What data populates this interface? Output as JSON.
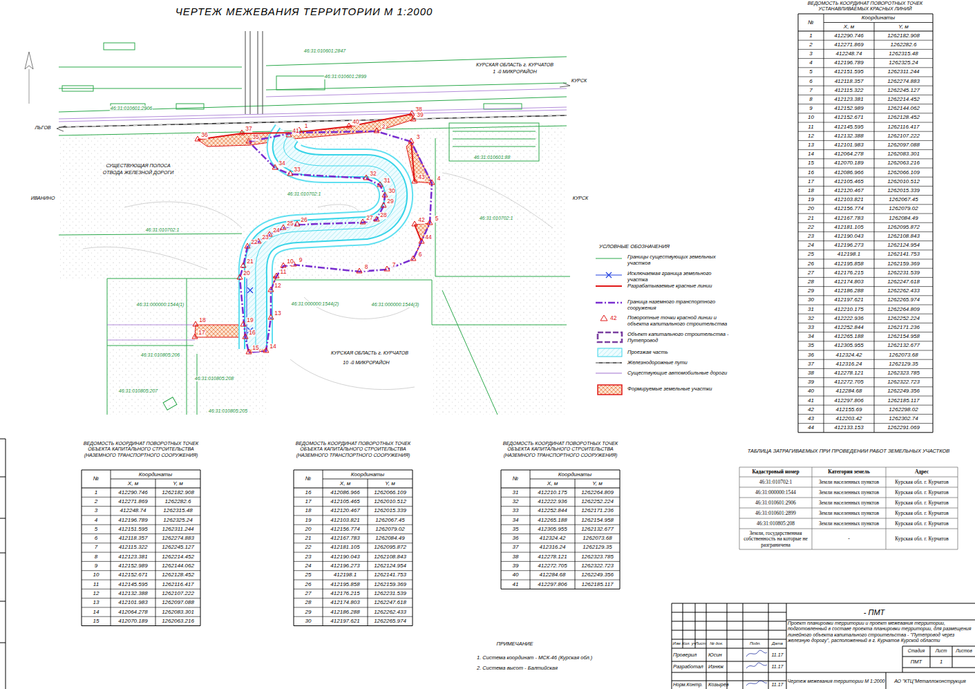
{
  "diagram": {
    "title": "ЧЕРТЕЖ МЕЖЕВАНИЯ ТЕРРИТОРИИ М 1:2000",
    "labels": [
      "46:31:010601:2847",
      "46:31:010601:2899",
      "КУРСКАЯ ОБЛАСТЬ г. КУРЧАТОВ",
      "1 -й МИКРОРАЙОН",
      "КУРСК",
      "ЛЬГОВ",
      "СУЩЕСТВУЮЩАЯ ПОЛОСА",
      "ОТВОДА ЖЕЛЕЗНОЙ ДОРОГИ",
      "46:31:010601:88",
      "ИВАНИНО",
      "КУРСК",
      "46:31:010702:1",
      "46:31:010702:1",
      "46:31:010702:1",
      "46:31:000000:1544(1)",
      "46:31:000000:1544(2)",
      "46:31:000000:1544(3)",
      "КУРСКАЯ ОБЛАСТЬ г. КУРЧАТОВ",
      "10 -й МИКРОРАЙОН",
      "46:31:010805:206",
      "46:31:010805:208",
      "46:31:010805:207",
      "46:31:010805:205",
      "46:31:010601:2906",
      "1",
      "2",
      "3",
      "4",
      "5",
      "6",
      "7",
      "8",
      "9",
      "10",
      "11",
      "12",
      "13",
      "14",
      "15",
      "16",
      "17",
      "18",
      "19",
      "20",
      "21",
      "22",
      "23",
      "24",
      "25",
      "26",
      "27",
      "28",
      "29",
      "30",
      "31",
      "32",
      "33",
      "34",
      "35",
      "36",
      "37",
      "38",
      "39",
      "40",
      "41",
      "42",
      "43",
      "44",
      "УСЛОВНЫЕ ОБОЗНАЧЕНИЯ",
      "42",
      "ВЕДОМОСТЬ КООРДИНАТ ПОВОРОТНЫХ ТОЧЕК",
      "УСТАНАВЛИВАЕМЫХ КРАСНЫХ ЛИНИЙ",
      "№",
      "Координаты",
      "X, м",
      "Y, м",
      "1",
      "412290.746",
      "1262182.908",
      "2",
      "412271.869",
      "1262282.6",
      "3",
      "412248.74",
      "1262315.48",
      "4",
      "412196.789",
      "1262325.24",
      "5",
      "412151.595",
      "1262311.244",
      "6",
      "412118.357",
      "1262274.883",
      "7",
      "412115.322",
      "1262245.127",
      "8",
      "412123.381",
      "1262214.452",
      "9",
      "412152.989",
      "1262144.062",
      "10",
      "412152.671",
      "1262128.452",
      "11",
      "412145.595",
      "1262116.417",
      "12",
      "412132.388",
      "1262107.222",
      "13",
      "412101.983",
      "1262097.088",
      "14",
      "412064.278",
      "1262083.301",
      "15",
      "412070.189",
      "1262063.216",
      "16",
      "412086.966",
      "1262066.109",
      "17",
      "412105.465",
      "1262010.512",
      "18",
      "412120.467",
      "1262015.339",
      "19",
      "412103.821",
      "1262067.45",
      "20",
      "412156.774",
      "1262079.02",
      "21",
      "412167.783",
      "1262084.49",
      "22",
      "412181.105",
      "1262095.872",
      "23",
      "412190.043",
      "1262108.843",
      "24",
      "412196.273",
      "1262124.954",
      "25",
      "412198.1",
      "1262141.753",
      "26",
      "412195.858",
      "1262159.369",
      "27",
      "412176.215",
      "1262231.539",
      "28",
      "412174.803",
      "1262247.618",
      "29",
      "412186.288",
      "1262262.433",
      "30",
      "412197.621",
      "1262265.974",
      "31",
      "412210.175",
      "1262264.809",
      "32",
      "412222.936",
      "1262252.224",
      "33",
      "412252.844",
      "1262171.236",
      "34",
      "412265.188",
      "1262154.958",
      "35",
      "412305.955",
      "1262132.677",
      "36",
      "412324.42",
      "1262073.68",
      "37",
      "412316.24",
      "1262129.35",
      "38",
      "412278.121",
      "1262323.785",
      "39",
      "412272.705",
      "1262322.723",
      "40",
      "412284.68",
      "1262249.356",
      "41",
      "412297.806",
      "1262185.117",
      "42",
      "412155.69",
      "1262298.02",
      "43",
      "412203.42",
      "1262302.74",
      "44",
      "412133.153",
      "1262291.069",
      "ВЕДОМОСТЬ КООРДИНАТ ПОВОРОТНЫХ ТОЧЕК ОБЪЕКТА КАПИТАЛЬНОГО СТРОИТЕЛЬСТВА (НАЗЕМНОГО ТРАНСПОРТНОГО СООРУЖЕНИЯ)",
      "№",
      "Координаты",
      "X, м",
      "Y, м",
      "1",
      "412290.746",
      "1262182.908",
      "2",
      "412271.869",
      "1262282.6",
      "3",
      "412248.74",
      "1262315.48",
      "4",
      "412196.789",
      "1262325.24",
      "5",
      "412151.595",
      "1262311.244",
      "6",
      "412118.357",
      "1262274.883",
      "7",
      "412115.322",
      "1262245.127",
      "8",
      "412123.381",
      "1262214.452",
      "9",
      "412152.989",
      "1262144.062",
      "10",
      "412152.671",
      "1262128.452",
      "11",
      "412145.595",
      "1262116.417",
      "12",
      "412132.388",
      "1262107.222",
      "13",
      "412101.983",
      "1262097.088",
      "14",
      "412064.278",
      "1262083.301",
      "15",
      "412070.189",
      "1262063.216",
      "ВЕДОМОСТЬ КООРДИНАТ ПОВОРОТНЫХ ТОЧЕК ОБЪЕКТА КАПИТАЛЬНОГО СТРОИТЕЛЬСТВА (НАЗЕМНОГО ТРАНСПОРТНОГО СООРУЖЕНИЯ)",
      "№",
      "Координаты",
      "X, м",
      "Y, м",
      "16",
      "412086.966",
      "1262066.109",
      "17",
      "412105.465",
      "1262010.512",
      "18",
      "412120.467",
      "1262015.339",
      "19",
      "412103.821",
      "1262067.45",
      "20",
      "412156.774",
      "1262079.02",
      "21",
      "412167.783",
      "1262084.49",
      "22",
      "412181.105",
      "1262095.872",
      "23",
      "412190.043",
      "1262108.843",
      "24",
      "412196.273",
      "1262124.954",
      "25",
      "412198.1",
      "1262141.753",
      "26",
      "412195.858",
      "1262159.369",
      "27",
      "412176.215",
      "1262231.539",
      "28",
      "412174.803",
      "1262247.618",
      "29",
      "412186.288",
      "1262262.433",
      "30",
      "412197.621",
      "1262265.974",
      "ВЕДОМОСТЬ КООРДИНАТ ПОВОРОТНЫХ ТОЧЕК ОБЪЕКТА КАПИТАЛЬНОГО СТРОИТЕЛЬСТВА (НАЗЕМНОГО ТРАНСПОРТНОГО СООРУЖЕНИЯ)",
      "№",
      "Координаты",
      "X, м",
      "Y, м",
      "31",
      "412210.175",
      "1262264.809",
      "32",
      "412222.936",
      "1262252.224",
      "33",
      "412252.844",
      "1262171.236",
      "34",
      "412265.188",
      "1262154.958",
      "35",
      "412305.955",
      "1262132.677",
      "36",
      "412324.42",
      "1262073.68",
      "37",
      "412316.24",
      "1262129.35",
      "38",
      "412278.121",
      "1262323.785",
      "39",
      "412272.705",
      "1262322.723",
      "40",
      "412284.68",
      "1262249.356",
      "41",
      "412297.806",
      "1262185.117",
      "ТАБЛИЦА ЗАТРАГИВАЕМЫХ ПРИ ПРОВЕДЕНИИ РАБОТ ЗЕМЕЛЬНЫХ УЧАСТКОВ",
      "Кадастровый номер",
      "Категория земель",
      "Адрес",
      "46:31:010702:1",
      "Земли населенных пунктов",
      "Курская обл. г. Курчатов",
      "46:31:000000:1544",
      "Земли населенных пунктов",
      "Курская обл. г. Курчатов",
      "46:31:010601:2906",
      "Земли населенных пунктов",
      "Курская обл. г. Курчатов",
      "46:31:010601:2899",
      "Земли населенных пунктов",
      "Курская обл. г. Курчатов",
      "46:31:010805:208",
      "Земли населенных пунктов",
      "Курская обл. г. Курчатов",
      "Земли, государственная собственность на которые не разграничена",
      "-",
      "Курская обл. г. Курчатов",
      "ПРИМЕЧАНИЕ",
      "1. Система координат - МСК-46 (Курская обл.)",
      "2. Система высот - Балтийская",
      "- ПМТ",
      "Проект планировки территории и проект межевания территории, подготовленный в составе проекта планировки территории, для размещения линейного объекта капитального строительства - \"Путепровод через железную дорогу\", расположенный в г. Курчатов Курской области",
      "Изм.",
      "Кол. уч",
      "Лист",
      "№ док.",
      "Подп.",
      "Дата",
      "Проверил",
      "Юсин",
      "11.17",
      "Разработал",
      "Изнюк",
      "11.17",
      "Норм.Контр.",
      "Козырев",
      "11.17",
      "Стадия",
      "Лист",
      "Листов",
      "ПМТ",
      "1",
      "Чертеж межевания территории М 1:2000",
      "АО \"КТЦ\"Металлоконструкция"
    ],
    "legend": [
      {
        "text": "Границы существующих земельных участков"
      },
      {
        "text": "Исключаемая граница земельного участка"
      },
      {
        "text": "Разрабатываемые красные линии"
      },
      {
        "text": "Граница наземного транспортного сооружения"
      },
      {
        "text": "Поворотные точки красной линии и объекта капитального строительства"
      },
      {
        "text": "Объект капитального строительства - Путепровод"
      },
      {
        "text": "Проезжая часть"
      },
      {
        "text": "Железнодорожные пути"
      },
      {
        "text": "Существующие автомобильные дороги"
      },
      {
        "text": "Формируемые земельные участки"
      }
    ]
  }
}
